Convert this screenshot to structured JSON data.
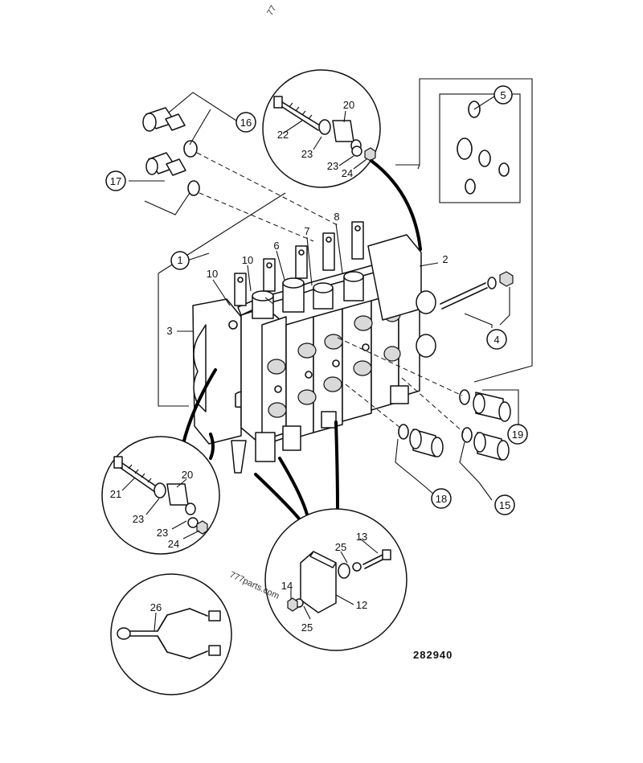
{
  "figure_ref": "282940",
  "watermark_top": "77",
  "watermark": "777parts.com",
  "callouts": [
    {
      "id": "c1",
      "text": "1",
      "circled": true
    },
    {
      "id": "c2",
      "text": "2",
      "circled": false
    },
    {
      "id": "c3",
      "text": "3",
      "circled": false
    },
    {
      "id": "c4",
      "text": "4",
      "circled": true
    },
    {
      "id": "c5",
      "text": "5",
      "circled": true
    },
    {
      "id": "c6",
      "text": "6",
      "circled": false
    },
    {
      "id": "c7",
      "text": "7",
      "circled": false
    },
    {
      "id": "c8",
      "text": "8",
      "circled": false
    },
    {
      "id": "c10a",
      "text": "10",
      "circled": false
    },
    {
      "id": "c10b",
      "text": "10",
      "circled": false
    },
    {
      "id": "c12",
      "text": "12",
      "circled": false
    },
    {
      "id": "c13",
      "text": "13",
      "circled": false
    },
    {
      "id": "c14",
      "text": "14",
      "circled": false
    },
    {
      "id": "c15",
      "text": "15",
      "circled": true
    },
    {
      "id": "c16",
      "text": "16",
      "circled": true
    },
    {
      "id": "c17",
      "text": "17",
      "circled": true
    },
    {
      "id": "c18",
      "text": "18",
      "circled": true
    },
    {
      "id": "c19",
      "text": "19",
      "circled": true
    },
    {
      "id": "c20a",
      "text": "20",
      "circled": false
    },
    {
      "id": "c20b",
      "text": "20",
      "circled": false
    },
    {
      "id": "c21",
      "text": "21",
      "circled": false
    },
    {
      "id": "c22",
      "text": "22",
      "circled": false
    },
    {
      "id": "c23a",
      "text": "23",
      "circled": false
    },
    {
      "id": "c23b",
      "text": "23",
      "circled": false
    },
    {
      "id": "c23c",
      "text": "23",
      "circled": false
    },
    {
      "id": "c23d",
      "text": "23",
      "circled": false
    },
    {
      "id": "c24a",
      "text": "24",
      "circled": false
    },
    {
      "id": "c24b",
      "text": "24",
      "circled": false
    },
    {
      "id": "c25a",
      "text": "25",
      "circled": false
    },
    {
      "id": "c25b",
      "text": "25",
      "circled": false
    },
    {
      "id": "c26",
      "text": "26",
      "circled": false
    }
  ]
}
